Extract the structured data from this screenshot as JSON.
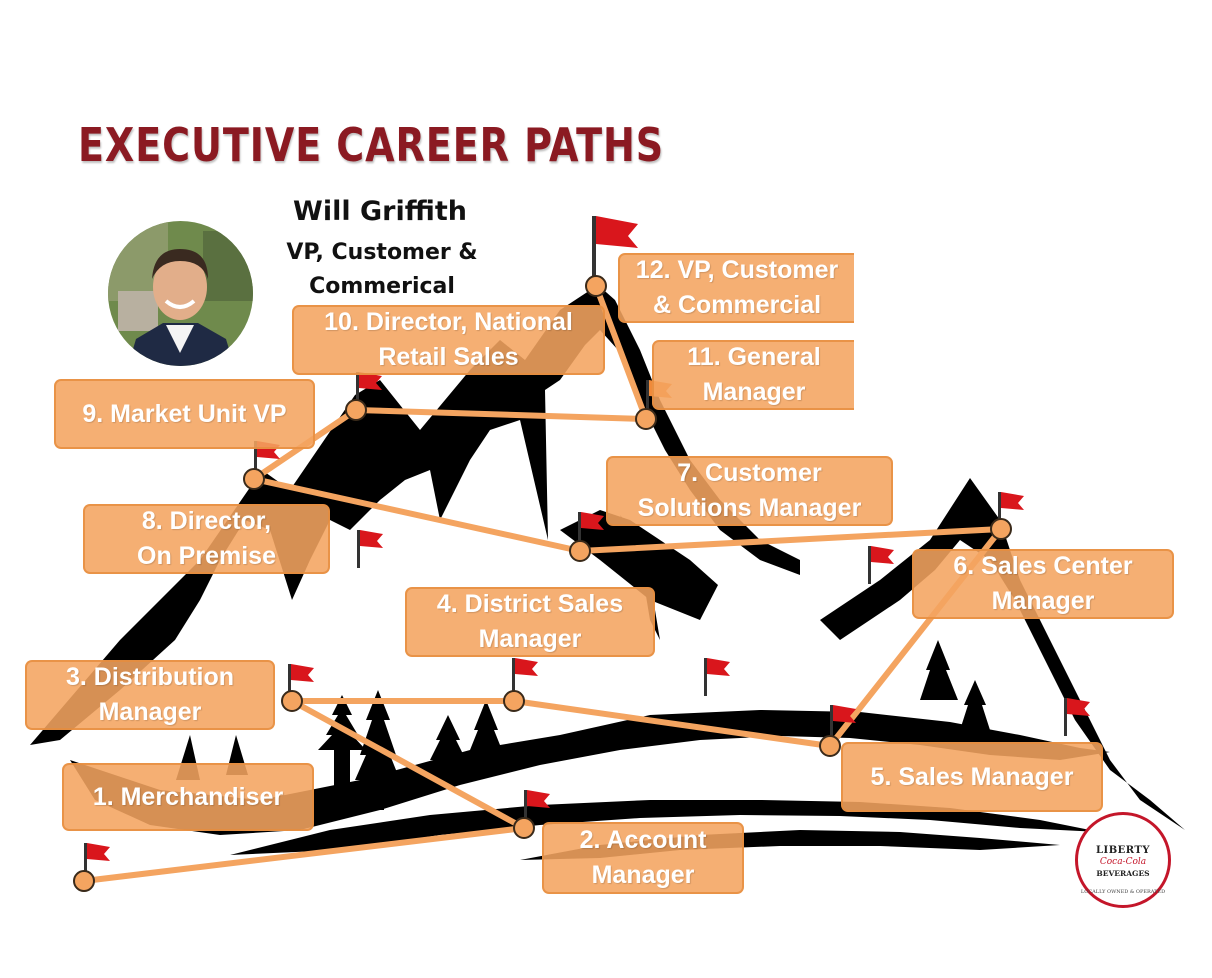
{
  "title": "EXECUTIVE CAREER PATHS",
  "person": {
    "name": "Will Griffith",
    "role_line1": "VP, Customer &",
    "role_line2": "Commerical"
  },
  "steps": [
    {
      "num": 1,
      "lines": [
        "1. Merchandiser"
      ]
    },
    {
      "num": 2,
      "lines": [
        "2. Account",
        "Manager"
      ]
    },
    {
      "num": 3,
      "lines": [
        "3. Distribution",
        "Manager"
      ]
    },
    {
      "num": 4,
      "lines": [
        "4. District Sales",
        "Manager"
      ]
    },
    {
      "num": 5,
      "lines": [
        "5. Sales Manager"
      ]
    },
    {
      "num": 6,
      "lines": [
        "6. Sales Center",
        "Manager"
      ]
    },
    {
      "num": 7,
      "lines": [
        "7. Customer",
        "Solutions Manager"
      ]
    },
    {
      "num": 8,
      "lines": [
        "8. Director,",
        "On Premise"
      ]
    },
    {
      "num": 9,
      "lines": [
        "9. Market Unit VP"
      ]
    },
    {
      "num": 10,
      "lines": [
        "10. Director, National",
        "Retail Sales"
      ]
    },
    {
      "num": 11,
      "lines": [
        "11. General",
        "Manager"
      ]
    },
    {
      "num": 12,
      "lines": [
        "12. VP, Customer",
        "& Commercial"
      ]
    }
  ],
  "logo": {
    "line1": "LIBERTY",
    "line2": "Coca-Cola",
    "line3": "BEVERAGES",
    "line4": "LOCALLY OWNED & OPERATED"
  },
  "colors": {
    "title": "#8b1a22",
    "box_fill": "#f4a460",
    "path_line": "#f4a460",
    "flag": "#d9161c",
    "mountain": "#000000"
  }
}
